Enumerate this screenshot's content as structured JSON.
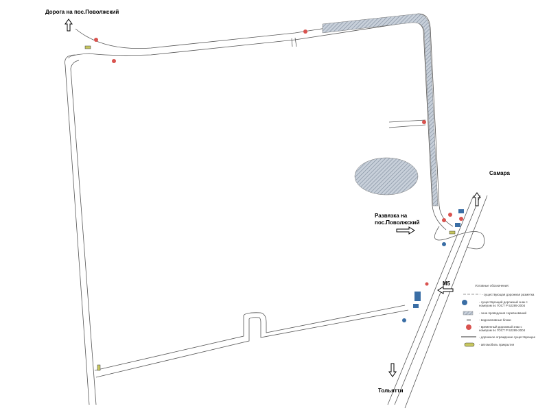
{
  "labels": {
    "road_poselok": "Дорога на пос.Поволжский",
    "samara": "Самара",
    "razvyazka": "Развязка на пос.Поволжский",
    "m5": "М5",
    "tolyatti": "Тольятти"
  },
  "legend": {
    "title": "Условные обозначения:",
    "items": [
      "- существующая дорожная разметка",
      "- существующий дорожный знак с номером по ГОСТ Р 52289-2004",
      "- зона проведения соревнований",
      "- водоналивные блоки",
      "- временный дорожный знак с номером по ГОСТ Р 52289-2004",
      "- дорожное ограждение существующее",
      "- автомобиль прикрытия"
    ]
  },
  "colors": {
    "road": "#555555",
    "zone": "#9aa8b8",
    "sign_red": "#d9534f",
    "sign_blue": "#3a6ea5"
  }
}
